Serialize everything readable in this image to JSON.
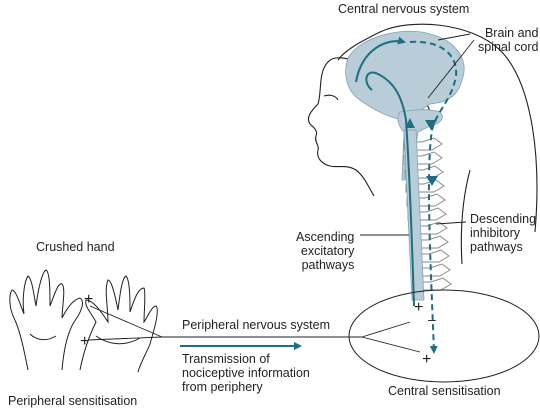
{
  "labels": {
    "central_nervous_system": "Central nervous system",
    "brain_and_spinal_cord": [
      "Brain and",
      "spinal cord"
    ],
    "crushed_hand": "Crushed hand",
    "ascending": [
      "Ascending",
      "excitatory",
      "pathways"
    ],
    "descending": [
      "Descending",
      "inhibitory",
      "pathways"
    ],
    "peripheral_nervous_system": "Peripheral nervous system",
    "transmission": [
      "Transmission of",
      "nociceptive information",
      "from periphery"
    ],
    "central_sensitisation": "Central sensitisation",
    "peripheral_sensitisation": "Peripheral sensitisation"
  },
  "symbols": {
    "plus": "+",
    "minus": "–"
  },
  "colors": {
    "pathway": "#1d6e82",
    "brain_fill": "#b8cdd7",
    "outline": "#231f20",
    "spine_outline": "#8a8a8a"
  }
}
